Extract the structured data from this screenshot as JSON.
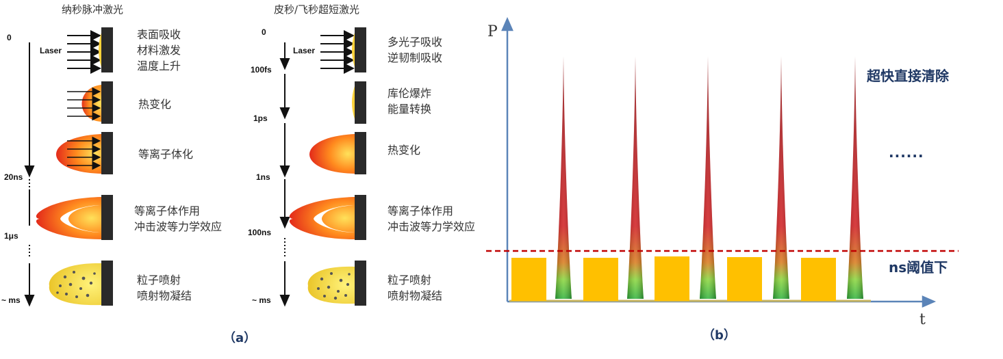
{
  "panel_a": {
    "left": {
      "title": "纳秒脉冲激光",
      "laser_label": "Laser",
      "ticks": [
        "0",
        "20ns",
        "1μs",
        "~ ms"
      ],
      "steps": [
        [
          "表面吸收",
          "材料激发",
          "温度上升"
        ],
        [
          "热变化"
        ],
        [
          "等离子体化"
        ],
        [
          "等离子体作用",
          "冲击波等力学效应"
        ],
        [
          "粒子喷射",
          "喷射物凝结"
        ]
      ]
    },
    "right": {
      "title": "皮秒/飞秒超短激光",
      "laser_label": "Laser",
      "ticks": [
        "0",
        "100fs",
        "1ps",
        "1ns",
        "100ns",
        "~ ms"
      ],
      "steps": [
        [
          "多光子吸收",
          "逆韧制吸收"
        ],
        [
          "库伦爆炸",
          "能量转换"
        ],
        [
          "热变化"
        ],
        [
          "等离子体作用",
          "冲击波等力学效应"
        ],
        [
          "粒子喷射",
          "喷射物凝结"
        ]
      ]
    },
    "caption": "（a）"
  },
  "panel_b": {
    "y_axis_label": "P",
    "x_axis_label": "t",
    "top_label": "超快直接清除",
    "threshold_label": "ns阈值下",
    "ellipsis": "......",
    "caption": "（b）",
    "colors": {
      "spike": "#c0171a",
      "spike_base": "#4fc13a",
      "block": "#ffc000",
      "threshold": "#c00000",
      "axis": "#5b84b8",
      "label": "#1f3864"
    }
  }
}
